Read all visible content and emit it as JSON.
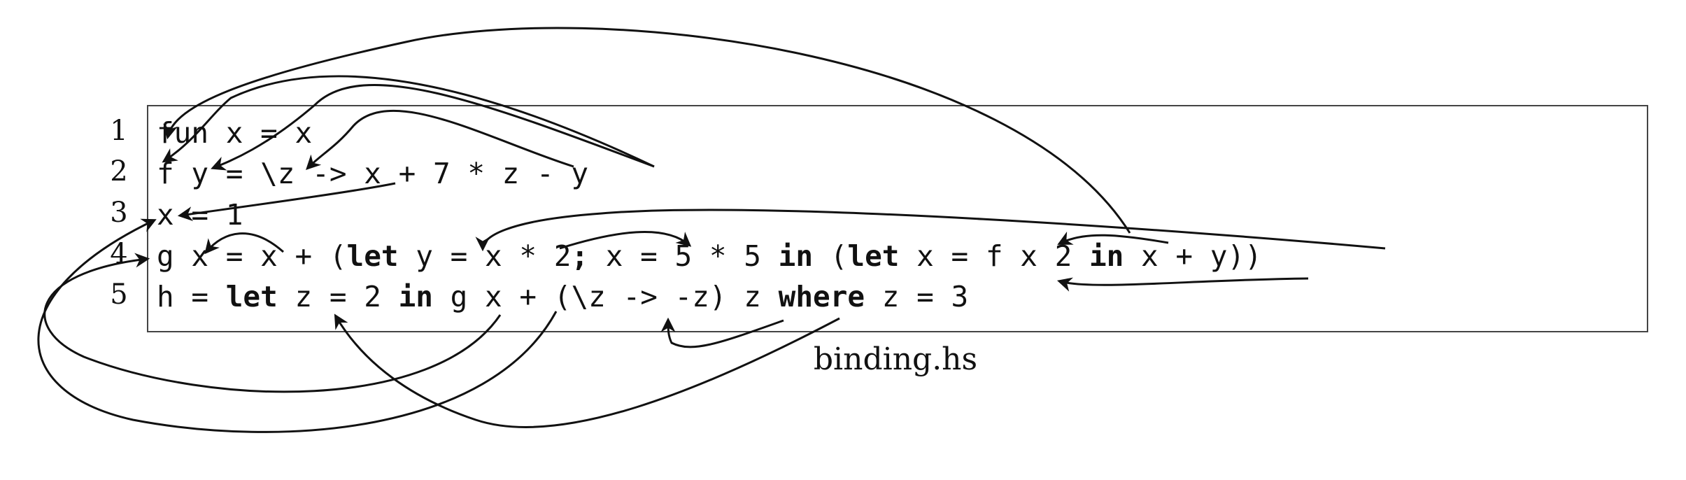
{
  "caption": "binding.hs",
  "lines": [
    {
      "number": "1",
      "segments": [
        {
          "text": "fun x = x",
          "bold": false
        }
      ]
    },
    {
      "number": "2",
      "segments": [
        {
          "text": "f y = \\z -> x + 7 * z - y",
          "bold": false
        }
      ]
    },
    {
      "number": "3",
      "segments": [
        {
          "text": "x = 1",
          "bold": false
        }
      ]
    },
    {
      "number": "4",
      "segments": [
        {
          "text": "g x = x + (",
          "bold": false
        },
        {
          "text": "let",
          "bold": true
        },
        {
          "text": " y = x * 2",
          "bold": false
        },
        {
          "text": ";",
          "bold": true
        },
        {
          "text": " x = 5 * 5 ",
          "bold": false
        },
        {
          "text": "in",
          "bold": true
        },
        {
          "text": " (",
          "bold": false
        },
        {
          "text": "let",
          "bold": true
        },
        {
          "text": " x = f x 2 ",
          "bold": false
        },
        {
          "text": "in",
          "bold": true
        },
        {
          "text": " x + y))",
          "bold": false
        }
      ]
    },
    {
      "number": "5",
      "segments": [
        {
          "text": "h = ",
          "bold": false
        },
        {
          "text": "let",
          "bold": true
        },
        {
          "text": " z = 2 ",
          "bold": false
        },
        {
          "text": "in",
          "bold": true
        },
        {
          "text": " g x + (\\z -> -z) z ",
          "bold": false
        },
        {
          "text": "where",
          "bold": true
        },
        {
          "text": " z = 3",
          "bold": false
        }
      ]
    }
  ]
}
